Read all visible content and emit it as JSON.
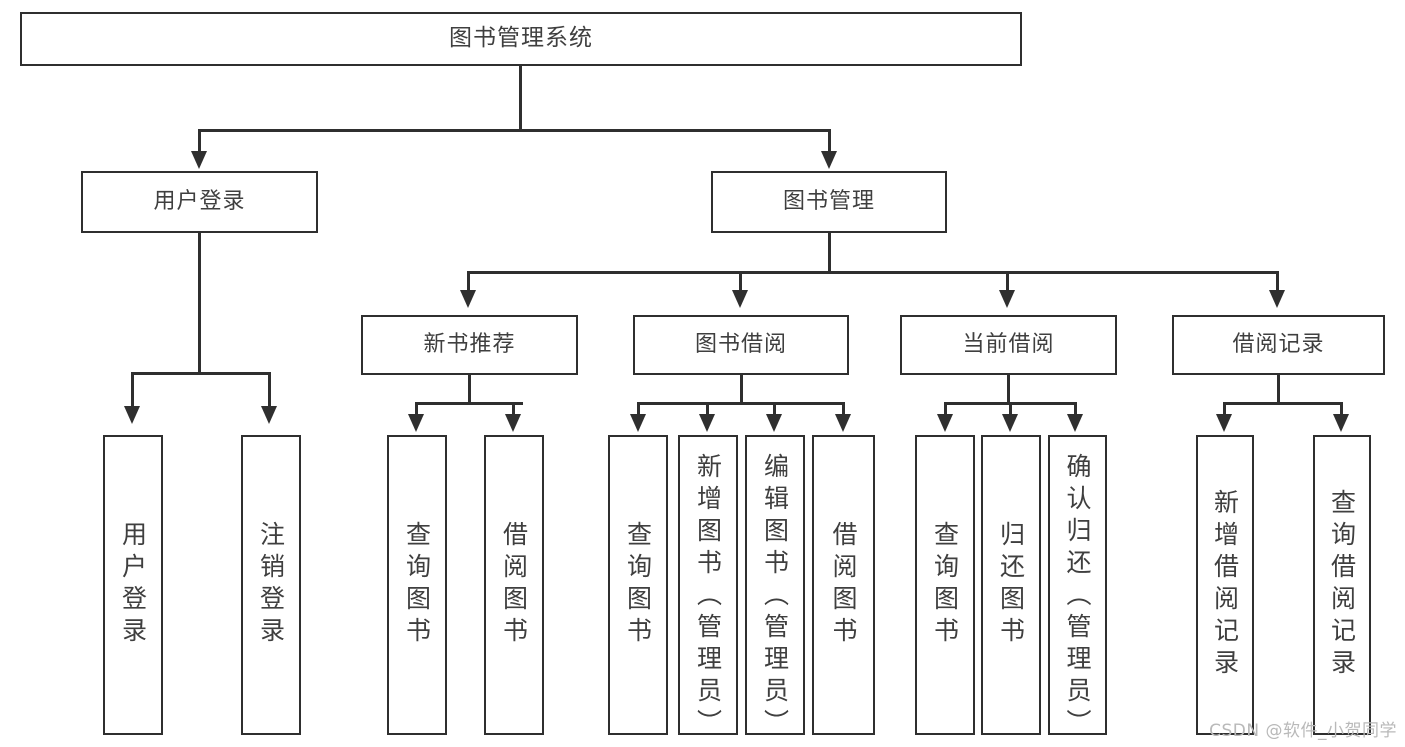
{
  "diagram": {
    "title": "图书管理系统",
    "type": "hierarchy-tree",
    "root": {
      "label": "图书管理系统"
    },
    "level2": [
      {
        "label": "用户登录"
      },
      {
        "label": "图书管理"
      }
    ],
    "level3": [
      {
        "label": "新书推荐"
      },
      {
        "label": "图书借阅"
      },
      {
        "label": "当前借阅"
      },
      {
        "label": "借阅记录"
      }
    ],
    "leaves": {
      "user_login": [
        {
          "label": "用户登录"
        },
        {
          "label": "注销登录"
        }
      ],
      "new_book_recommend": [
        {
          "label": "查询图书"
        },
        {
          "label": "借阅图书"
        }
      ],
      "book_borrow": [
        {
          "label": "查询图书"
        },
        {
          "label": "新增图书（管理员）"
        },
        {
          "label": "编辑图书（管理员）"
        },
        {
          "label": "借阅图书"
        }
      ],
      "current_borrow": [
        {
          "label": "查询图书"
        },
        {
          "label": "归还图书"
        },
        {
          "label": "确认归还（管理员）"
        }
      ],
      "borrow_record": [
        {
          "label": "新增借阅记录"
        },
        {
          "label": "查询借阅记录"
        }
      ]
    }
  },
  "watermark": {
    "text": "CSDN @软件_小贺同学"
  },
  "colors": {
    "stroke": "#2f2f2f",
    "text": "#3f3f3f",
    "background": "#ffffff",
    "watermark": "#b9b9b9"
  }
}
